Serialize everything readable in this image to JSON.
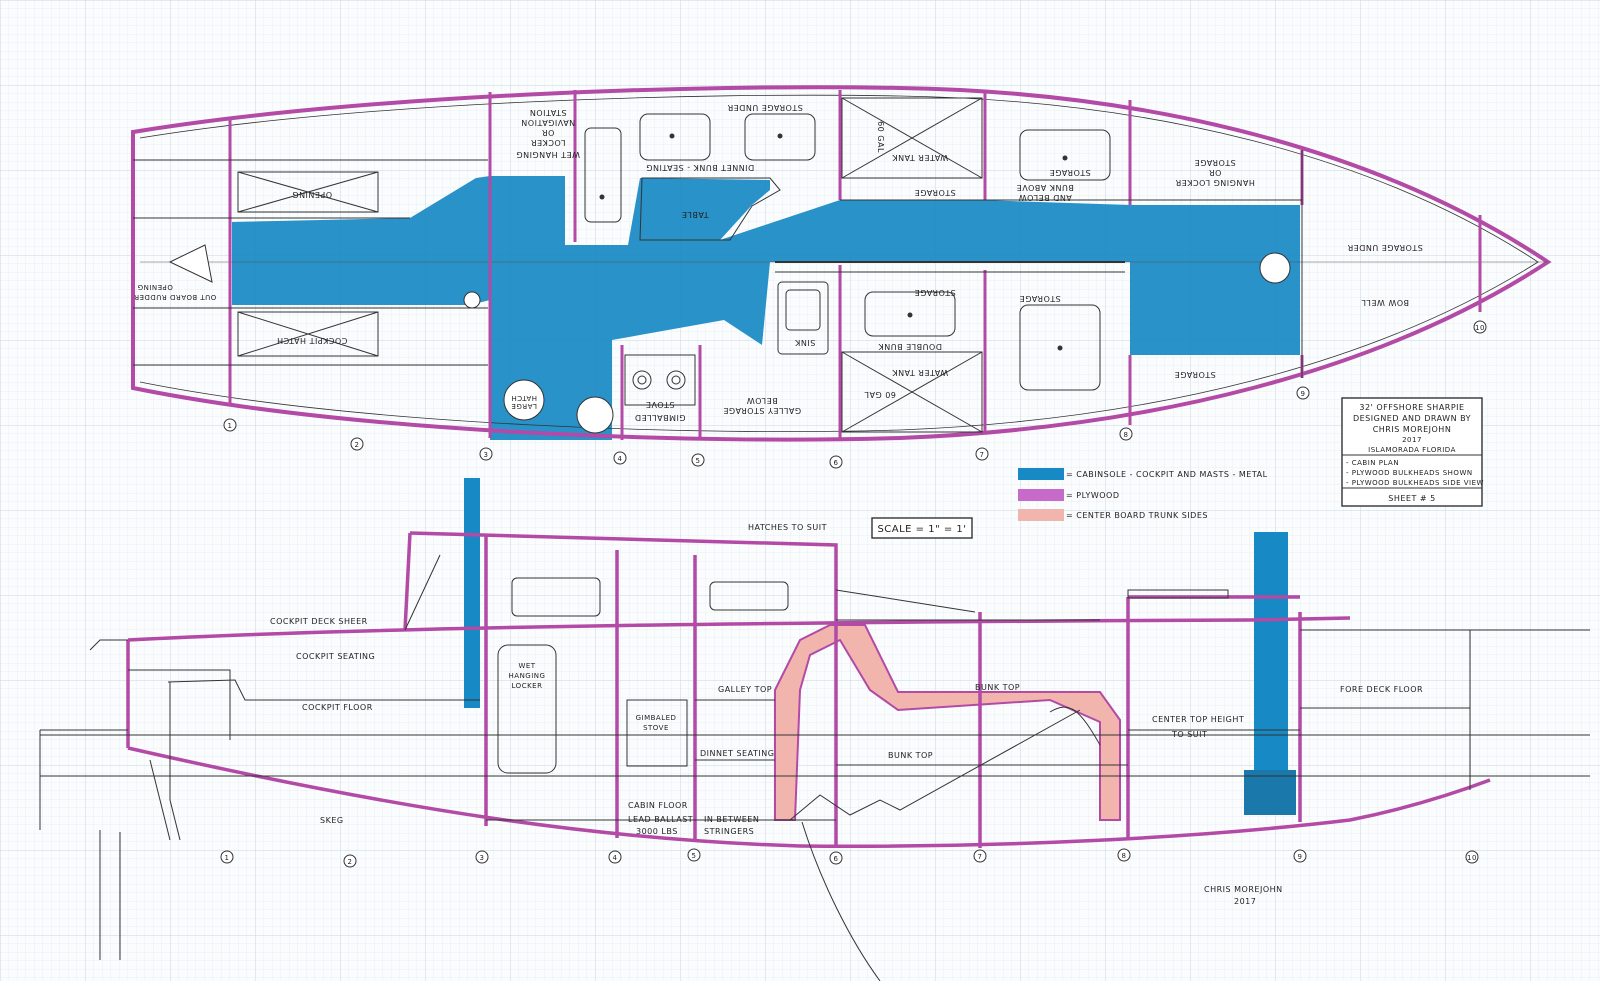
{
  "plan": {
    "labels": {
      "storage_under": "STORAGE UNDER",
      "wet_hanging": [
        "WET HANGING",
        "LOCKER",
        "OR",
        "NAVIGATION",
        "STATION"
      ],
      "dinnet_bunk": "DINNET BUNK - SEATING",
      "table": "TABLE",
      "water_tank_60": "60 GAL",
      "water_tank": "WATER TANK",
      "storage": "STORAGE",
      "bunk_above": [
        "BUNK ABOVE",
        "AND BELOW"
      ],
      "hanging_locker": [
        "HANGING LOCKER",
        "OR",
        "STORAGE"
      ],
      "storage_under_fwd": "STORAGE UNDER",
      "bow_well": "BOW WELL",
      "opening": "OPENING",
      "out_board_rudder": "OUT BOARD RUDDER",
      "cockpit_hatch": "COCKPIT HATCH",
      "sink": "SINK",
      "double_bunk": "DOUBLE BUNK",
      "galley_storage": [
        "GALLEY STORAGE",
        "BELOW"
      ],
      "gimballed_stove": [
        "GIMBALLED",
        "STOVE"
      ],
      "large_hatch": [
        "LARGE",
        "HATCH"
      ]
    }
  },
  "stations_plan": [
    "1",
    "2",
    "3",
    "4",
    "5",
    "6",
    "7",
    "8",
    "9",
    "10"
  ],
  "stations_profile": [
    "1",
    "2",
    "3",
    "4",
    "5",
    "6",
    "7",
    "8",
    "9",
    "10"
  ],
  "title_block": {
    "lines": [
      "32' OFFSHORE SHARPIE",
      "DESIGNED AND DRAWN BY",
      "CHRIS MOREJOHN",
      "2017",
      "ISLAMORADA FLORIDA"
    ],
    "notes": [
      "- CABIN PLAN",
      "- PLYWOOD BULKHEADS SHOWN",
      "- PLYWOOD BULKHEADS SIDE VIEW"
    ],
    "sheet": "SHEET # 5"
  },
  "legend": [
    {
      "color": "#1789c4",
      "label": "= CABINSOLE - COCKPIT AND MASTS - METAL"
    },
    {
      "color": "#c66bc9",
      "label": "= PLYWOOD"
    },
    {
      "color": "#f2b5ae",
      "label": "= CENTER BOARD TRUNK SIDES"
    }
  ],
  "scale": "SCALE = 1\" = 1'",
  "profile": {
    "hatches": "HATCHES TO SUIT",
    "cockpit_deck_sheer": "COCKPIT DECK SHEER",
    "cockpit_seating": "COCKPIT SEATING",
    "cockpit_floor": "COCKPIT FLOOR",
    "wet_hanging_locker": [
      "WET",
      "HANGING",
      "LOCKER"
    ],
    "galley_top": "GALLEY TOP",
    "gimballed_stove": [
      "GIMBALED",
      "STOVE"
    ],
    "dinnet_seating": "DINNET SEATING",
    "bunk_top": "BUNK TOP",
    "bunk_top_2": "BUNK TOP",
    "cabin_floor": "CABIN FLOOR",
    "lead_ballast": [
      "LEAD BALLAST",
      "3000 LBS"
    ],
    "in_between": [
      "IN BETWEEN",
      "STRINGERS"
    ],
    "center_top": [
      "CENTER TOP HEIGHT",
      "TO SUIT"
    ],
    "fore_deck_floor": "FORE DECK FLOOR",
    "skeg": "SKEG"
  },
  "signature": [
    "CHRIS MOREJOHN",
    "2017"
  ],
  "colors": {
    "hull": "#b24aa6",
    "metal": "#1789c4",
    "plywood": "#c66bc9",
    "trunk": "#f2b5ae",
    "grid": "#cfdde8"
  }
}
